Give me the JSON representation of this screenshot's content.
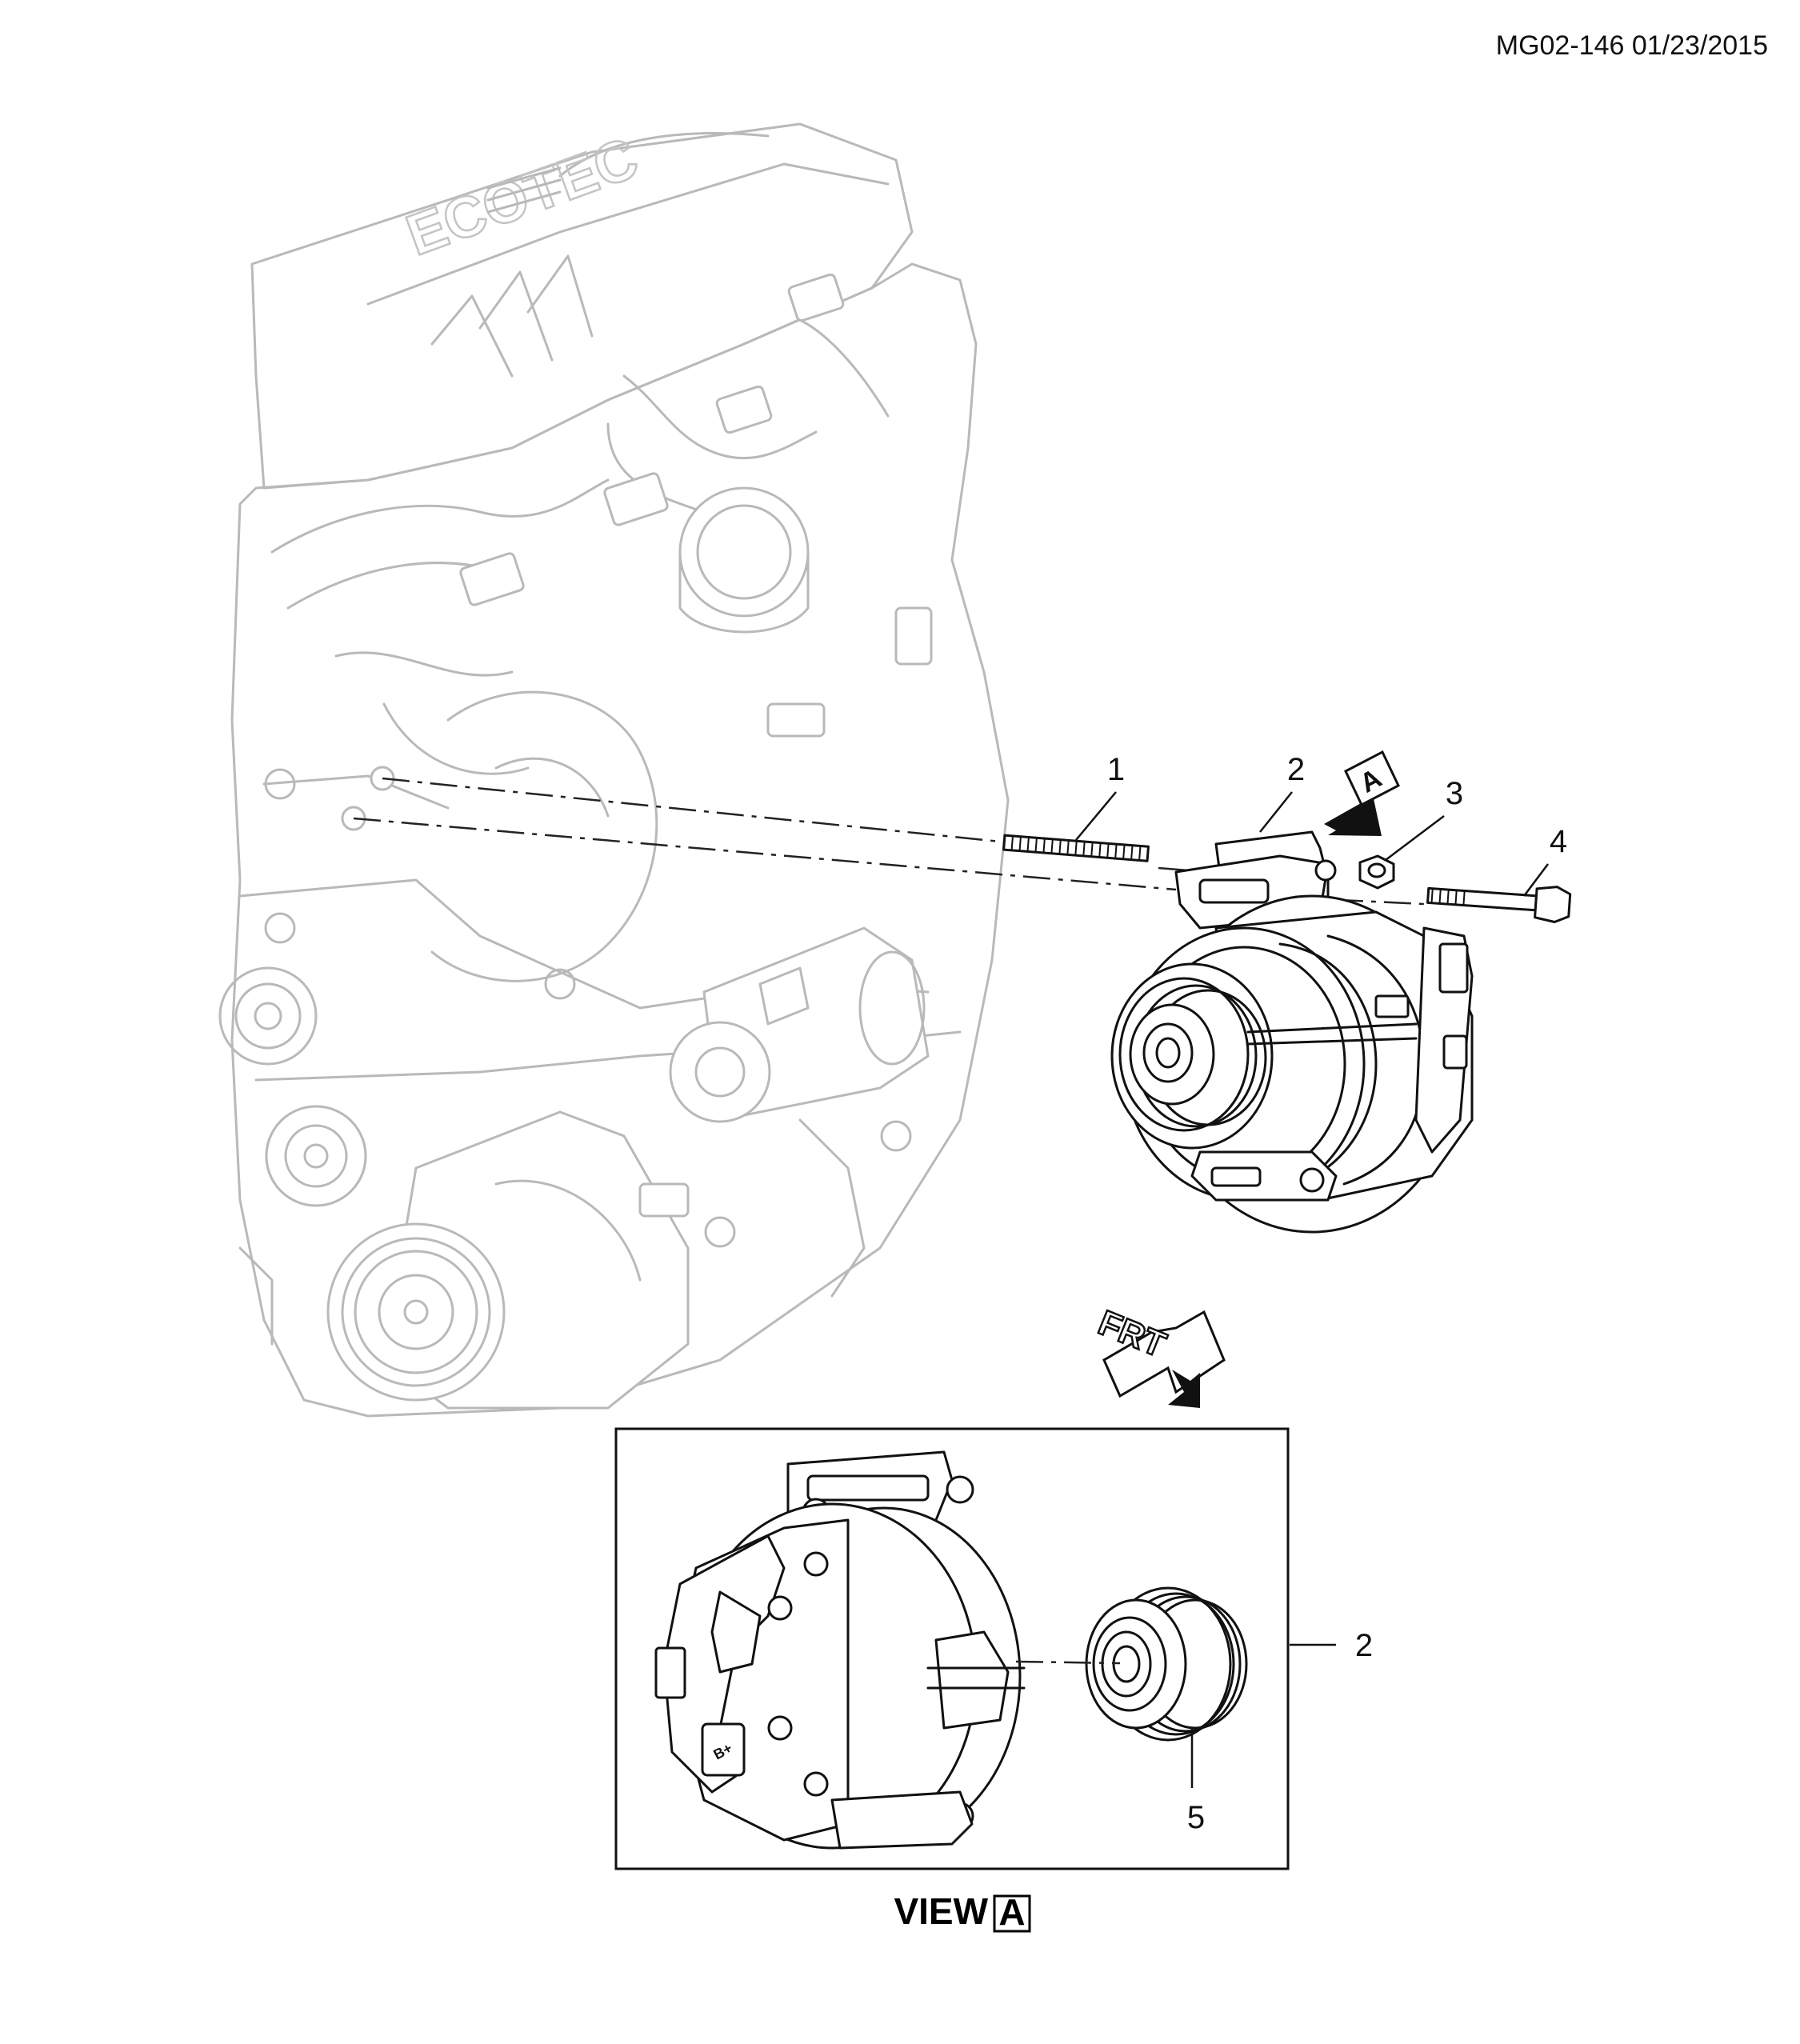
{
  "header": {
    "diagram_id": "MG02-146 01/23/2015"
  },
  "engine_logo_text": "ECOTEC",
  "view_a": {
    "caption": "VIEW",
    "marker": "A"
  },
  "view_a_arrow": {
    "marker": "A"
  },
  "front_arrow": {
    "label": "FRT"
  },
  "connector_labels": {
    "b_plus": "B+"
  },
  "callouts": [
    {
      "number": "1",
      "part": "stud"
    },
    {
      "number": "2",
      "part": "generator"
    },
    {
      "number": "3",
      "part": "nut"
    },
    {
      "number": "4",
      "part": "bolt"
    },
    {
      "number": "2",
      "part": "generator (view A)"
    },
    {
      "number": "5",
      "part": "pulley"
    }
  ]
}
